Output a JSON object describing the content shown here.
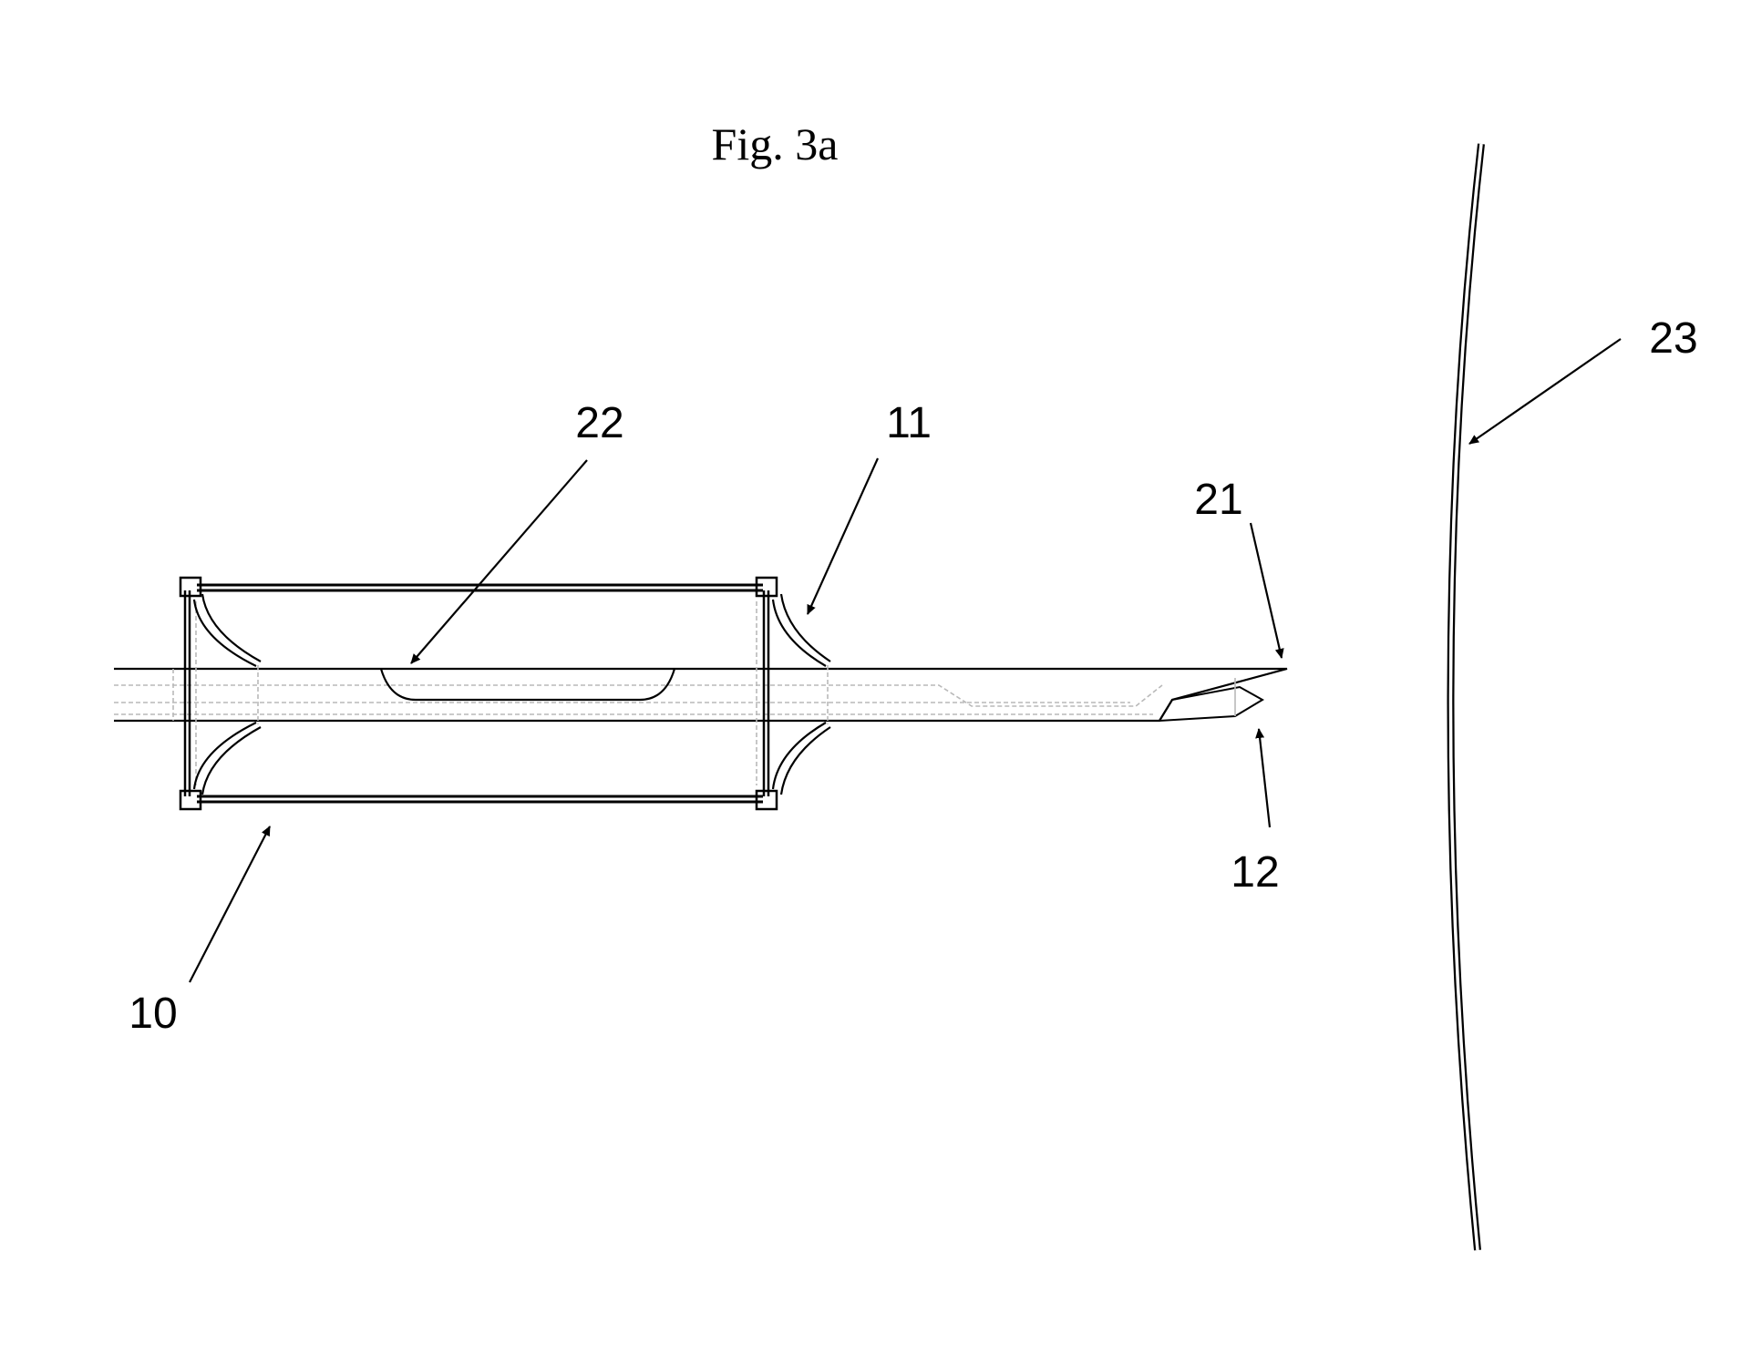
{
  "figure": {
    "caption": "Fig. 3a",
    "labels": {
      "ref_10": "10",
      "ref_11": "11",
      "ref_12": "12",
      "ref_21": "21",
      "ref_22": "22",
      "ref_23": "23"
    }
  }
}
